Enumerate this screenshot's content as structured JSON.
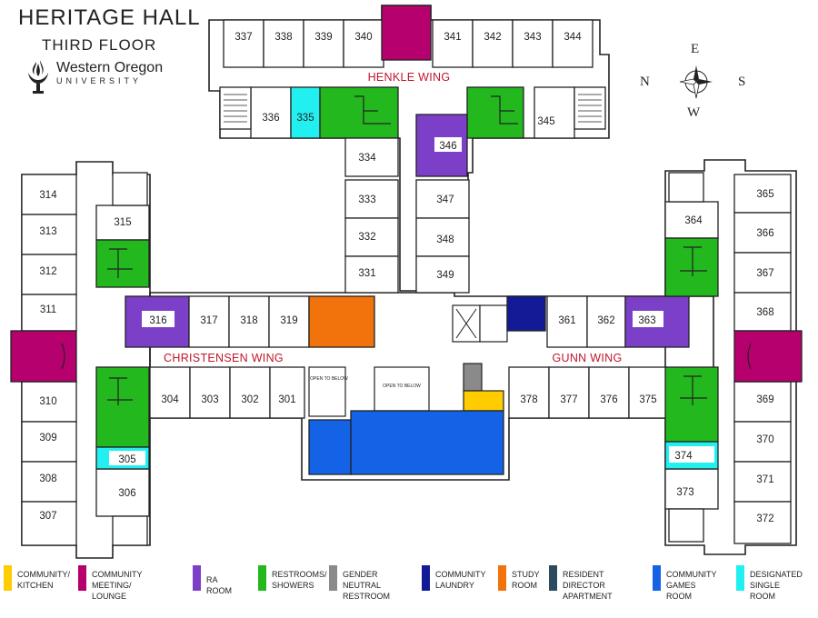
{
  "header": {
    "title": "HERITAGE HALL",
    "subtitle": "THIRD FLOOR",
    "logo_name": "Western Oregon",
    "logo_sub": "UNIVERSITY"
  },
  "compass": {
    "n": "N",
    "e": "E",
    "s": "S",
    "w": "W"
  },
  "wings": {
    "henkle": "HENKLE WING",
    "christensen": "CHRISTENSEN WING",
    "gunn": "GUNN WING"
  },
  "notes": {
    "open_left": "OPEN TO BELOW",
    "open_center": "OPEN TO BELOW"
  },
  "colors": {
    "kitchen": "#ffcc00",
    "lounge": "#b5006e",
    "ra": "#7b3fc8",
    "restroom": "#22b81e",
    "gender_neutral": "#8a8a8a",
    "laundry": "#121a96",
    "study": "#f2720c",
    "rd_apartment": "#2e4a5e",
    "games": "#1463e6",
    "single": "#22f0f0",
    "wall": "#222222"
  },
  "rooms": {
    "henkle_top": [
      "337",
      "338",
      "339",
      "340",
      "341",
      "342",
      "343",
      "344"
    ],
    "henkle_other": [
      "336",
      "335",
      "345",
      "346"
    ],
    "henkle_center_left": [
      "334",
      "333",
      "332",
      "331"
    ],
    "henkle_center_right": [
      "347",
      "348",
      "349"
    ],
    "christensen_outer": [
      "314",
      "313",
      "312",
      "311",
      "310",
      "309",
      "308",
      "307"
    ],
    "christensen_inner": [
      "315",
      "305",
      "306"
    ],
    "christensen_top": [
      "316",
      "317",
      "318",
      "319"
    ],
    "christensen_bottom": [
      "304",
      "303",
      "302",
      "301"
    ],
    "gunn_outer": [
      "365",
      "366",
      "367",
      "368",
      "369",
      "370",
      "371",
      "372"
    ],
    "gunn_inner": [
      "364",
      "374",
      "373"
    ],
    "gunn_top": [
      "361",
      "362",
      "363"
    ],
    "gunn_bottom": [
      "378",
      "377",
      "376",
      "375"
    ]
  },
  "legend": [
    {
      "label_1": "COMMUNITY/",
      "label_2": "KITCHEN",
      "color": "#ffcc00"
    },
    {
      "label_1": "COMMUNITY MEETING/",
      "label_2": "LOUNGE",
      "color": "#b5006e"
    },
    {
      "label_1": "RA ROOM",
      "label_2": "",
      "color": "#7b3fc8"
    },
    {
      "label_1": "RESTROOMS/",
      "label_2": "SHOWERS",
      "color": "#22b81e"
    },
    {
      "label_1": "GENDER NEUTRAL",
      "label_2": "RESTROOM",
      "color": "#8a8a8a"
    },
    {
      "label_1": "COMMUNITY",
      "label_2": "LAUNDRY",
      "color": "#121a96"
    },
    {
      "label_1": "STUDY",
      "label_2": "ROOM",
      "color": "#f2720c"
    },
    {
      "label_1": "RESIDENT DIRECTOR",
      "label_2": "APARTMENT",
      "color": "#2e4a5e"
    },
    {
      "label_1": "COMMUNITY",
      "label_2": "GAMES ROOM",
      "color": "#1463e6"
    },
    {
      "label_1": "DESIGNATED",
      "label_2": "SINGLE ROOM",
      "color": "#22f0f0"
    }
  ]
}
